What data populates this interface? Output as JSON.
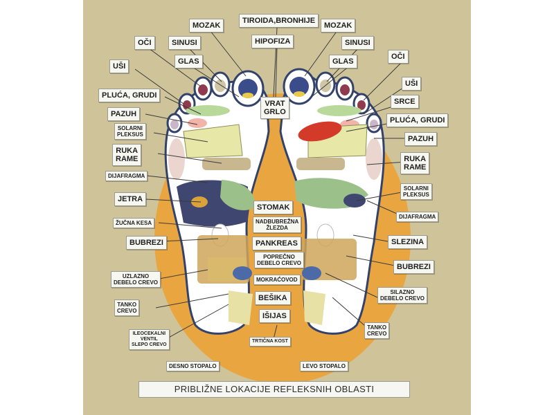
{
  "caption": "PRIBLIŽNE LOKACIJE REFLEKSNIH OBLASTI",
  "feet": {
    "right": "DESNO STOPALO",
    "left": "LEVO STOPALO"
  },
  "labels": {
    "mozak_l": "MOZAK",
    "tiroida": "TIROIDA,BRONHIJE",
    "mozak_r": "MOZAK",
    "oci_l": "OČI",
    "sinusi_l": "SINUSI",
    "hipofiza": "HIPOFIZA",
    "sinusi_r": "SINUSI",
    "glas_l": "GLAS",
    "glas_r": "GLAS",
    "oci_r": "OČI",
    "usi_l": "UŠI",
    "usi_r": "UŠI",
    "srce": "SRCE",
    "pluca_l": "PLUĆA, GRUDI",
    "pluca_r": "PLUĆA, GRUDI",
    "vrat": "VRAT\nGRLO",
    "pazuh_l": "PAZUH",
    "pazuh_r": "PAZUH",
    "solarni_l": "SOLARNI\nPLEKSUS",
    "solarni_r": "SOLARNI\nPLEKSUS",
    "ruka_l": "RUKA\nRAME",
    "ruka_r": "RUKA\nRAME",
    "dijafragma_l": "DIJAFRAGMA",
    "dijafragma_r": "DIJAFRAGMA",
    "jetra": "JETRA",
    "stomak": "STOMAK",
    "nadbubrezna": "NADBUBREŽNA\nŽLEZDA",
    "zucna": "ŽUČNA KESA",
    "pankreas": "PANKREAS",
    "bubrezi_l": "BUBREZI",
    "bubrezi_r": "BUBREZI",
    "slezina": "SLEZINA",
    "poprecno": "POPREČNO\nDEBELO CREVO",
    "uzlazno": "UZLAZNO\nDEBELO CREVO",
    "mokracovod": "MOKRAĆOVOD",
    "silazno": "SILAZNO\nDEBELO CREVO",
    "tanko_l": "TANKO\nCREVO",
    "tanko_r": "TANKO\nCREVO",
    "besika": "BEŠIKA",
    "isijas": "IŠIJAS",
    "ileocekalni": "ILEOCEKALNI\nVENTIL\nSLEPO CREVO",
    "trticna": "TRTIČNA KOST"
  },
  "colors": {
    "background": "#cfc39a",
    "halo": "#e9a640",
    "sole": "#ffffff",
    "outline": "#35456a"
  }
}
